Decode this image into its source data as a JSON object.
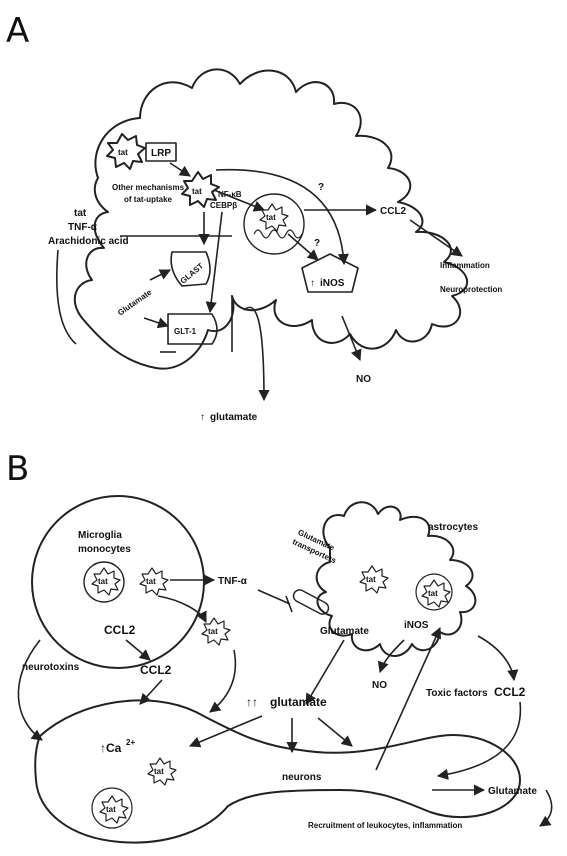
{
  "panel_a": {
    "letter": "A",
    "tat": "tat",
    "lrp": "LRP",
    "other_mechanisms_1": "Other mechanisms",
    "other_mechanisms_2": "of tat-uptake",
    "inducers": [
      "tat",
      "TNF-α",
      "Arachidonic acid"
    ],
    "nfkb": "NF-κB",
    "cebp": "CEBPβ",
    "question": "?",
    "ccl2": "CCL2",
    "inos": "iNOS",
    "up_arrow": "↑",
    "glast": "GLAST",
    "glt1": "GLT-1",
    "glutamate": "Glutamate",
    "inflammation": "Inflammation",
    "neuroprotection": "Neuroprotection",
    "no": "NO",
    "glutamate_up": "glutamate"
  },
  "panel_b": {
    "letter": "B",
    "tat": "tat",
    "microglia_1": "Microglia",
    "microglia_2": "monocytes",
    "tnf": "TNF-α",
    "transporters_1": "Glutamate",
    "transporters_2": "transporters",
    "astrocytes": "astrocytes",
    "glutamate": "Glutamate",
    "inos": "iNOS",
    "ccl2": "CCL2",
    "neurotoxins": "neurotoxins",
    "no": "NO",
    "toxic_factors": "Toxic factors",
    "double_up": "↑↑",
    "glutamate_lower": "glutamate",
    "ca_up": "↑Ca",
    "ca_sup": "2+",
    "neurons": "neurons",
    "recruitment": "Recruitment of leukocytes, inflammation"
  }
}
